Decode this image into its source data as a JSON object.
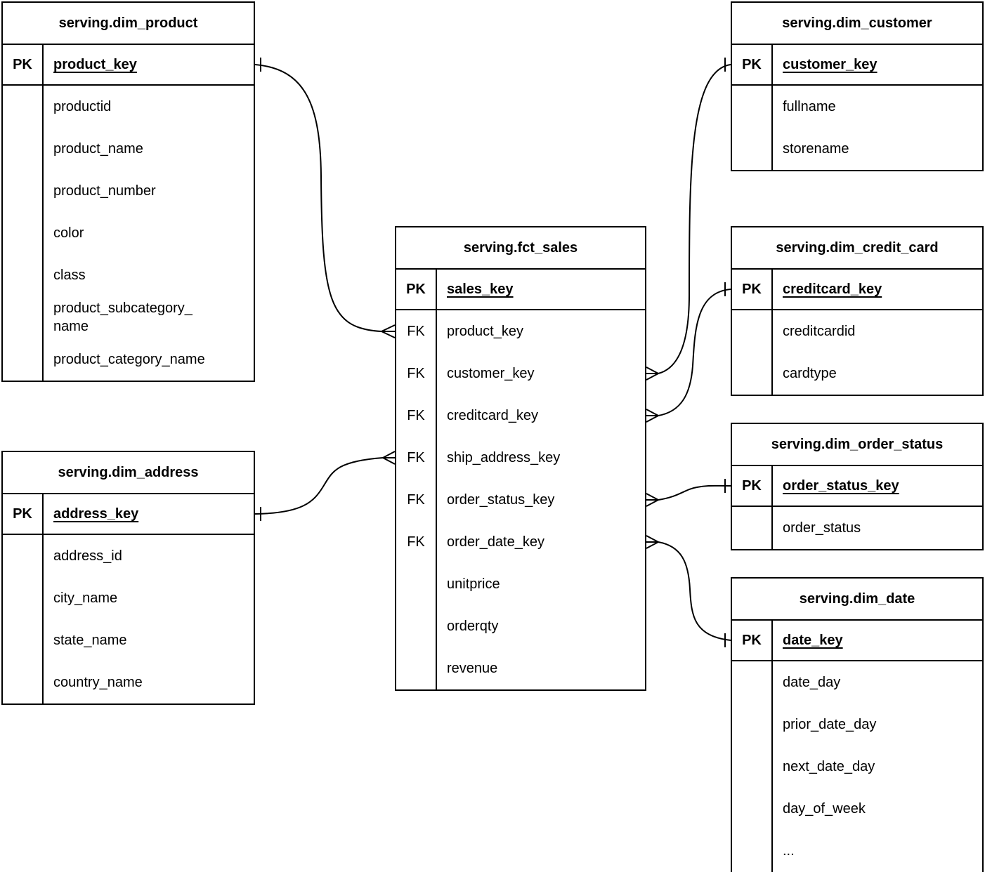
{
  "diagram": {
    "type": "entity-relationship",
    "notation": "crows-foot",
    "background_color": "#ffffff",
    "line_color": "#000000",
    "text_color": "#000000"
  },
  "tables": [
    {
      "title": "serving.dim_product",
      "pk": {
        "label": "PK",
        "name": "product_key"
      },
      "rows": [
        "productid",
        "product_name",
        "product_number",
        "color",
        "class",
        "product_subcategory_\nname",
        "product_category_name"
      ]
    },
    {
      "title": "serving.dim_address",
      "pk": {
        "label": "PK",
        "name": "address_key"
      },
      "rows": [
        "address_id",
        "city_name",
        "state_name",
        "country_name"
      ]
    },
    {
      "title": "serving.fct_sales",
      "pk": {
        "label": "PK",
        "name": "sales_key"
      },
      "rows": [
        {
          "key": "FK",
          "name": "product_key"
        },
        {
          "key": "FK",
          "name": "customer_key"
        },
        {
          "key": "FK",
          "name": "creditcard_key"
        },
        {
          "key": "FK",
          "name": "ship_address_key"
        },
        {
          "key": "FK",
          "name": "order_status_key"
        },
        {
          "key": "FK",
          "name": "order_date_key"
        },
        {
          "key": "",
          "name": "unitprice"
        },
        {
          "key": "",
          "name": "orderqty"
        },
        {
          "key": "",
          "name": "revenue"
        }
      ]
    },
    {
      "title": "serving.dim_customer",
      "pk": {
        "label": "PK",
        "name": "customer_key"
      },
      "rows": [
        "fullname",
        "storename"
      ]
    },
    {
      "title": "serving.dim_credit_card",
      "pk": {
        "label": "PK",
        "name": "creditcard_key"
      },
      "rows": [
        "creditcardid",
        "cardtype"
      ]
    },
    {
      "title": "serving.dim_order_status",
      "pk": {
        "label": "PK",
        "name": "order_status_key"
      },
      "rows": [
        "order_status"
      ]
    },
    {
      "title": "serving.dim_date",
      "pk": {
        "label": "PK",
        "name": "date_key"
      },
      "rows": [
        "date_day",
        "prior_date_day",
        "next_date_day",
        "day_of_week",
        "..."
      ]
    }
  ],
  "relationships": [
    {
      "one": "serving.dim_product.product_key",
      "many": "serving.fct_sales.product_key"
    },
    {
      "one": "serving.dim_address.address_key",
      "many": "serving.fct_sales.ship_address_key"
    },
    {
      "one": "serving.dim_customer.customer_key",
      "many": "serving.fct_sales.customer_key"
    },
    {
      "one": "serving.dim_credit_card.creditcard_key",
      "many": "serving.fct_sales.creditcard_key"
    },
    {
      "one": "serving.dim_order_status.order_status_key",
      "many": "serving.fct_sales.order_status_key"
    },
    {
      "one": "serving.dim_date.date_key",
      "many": "serving.fct_sales.order_date_key"
    }
  ]
}
